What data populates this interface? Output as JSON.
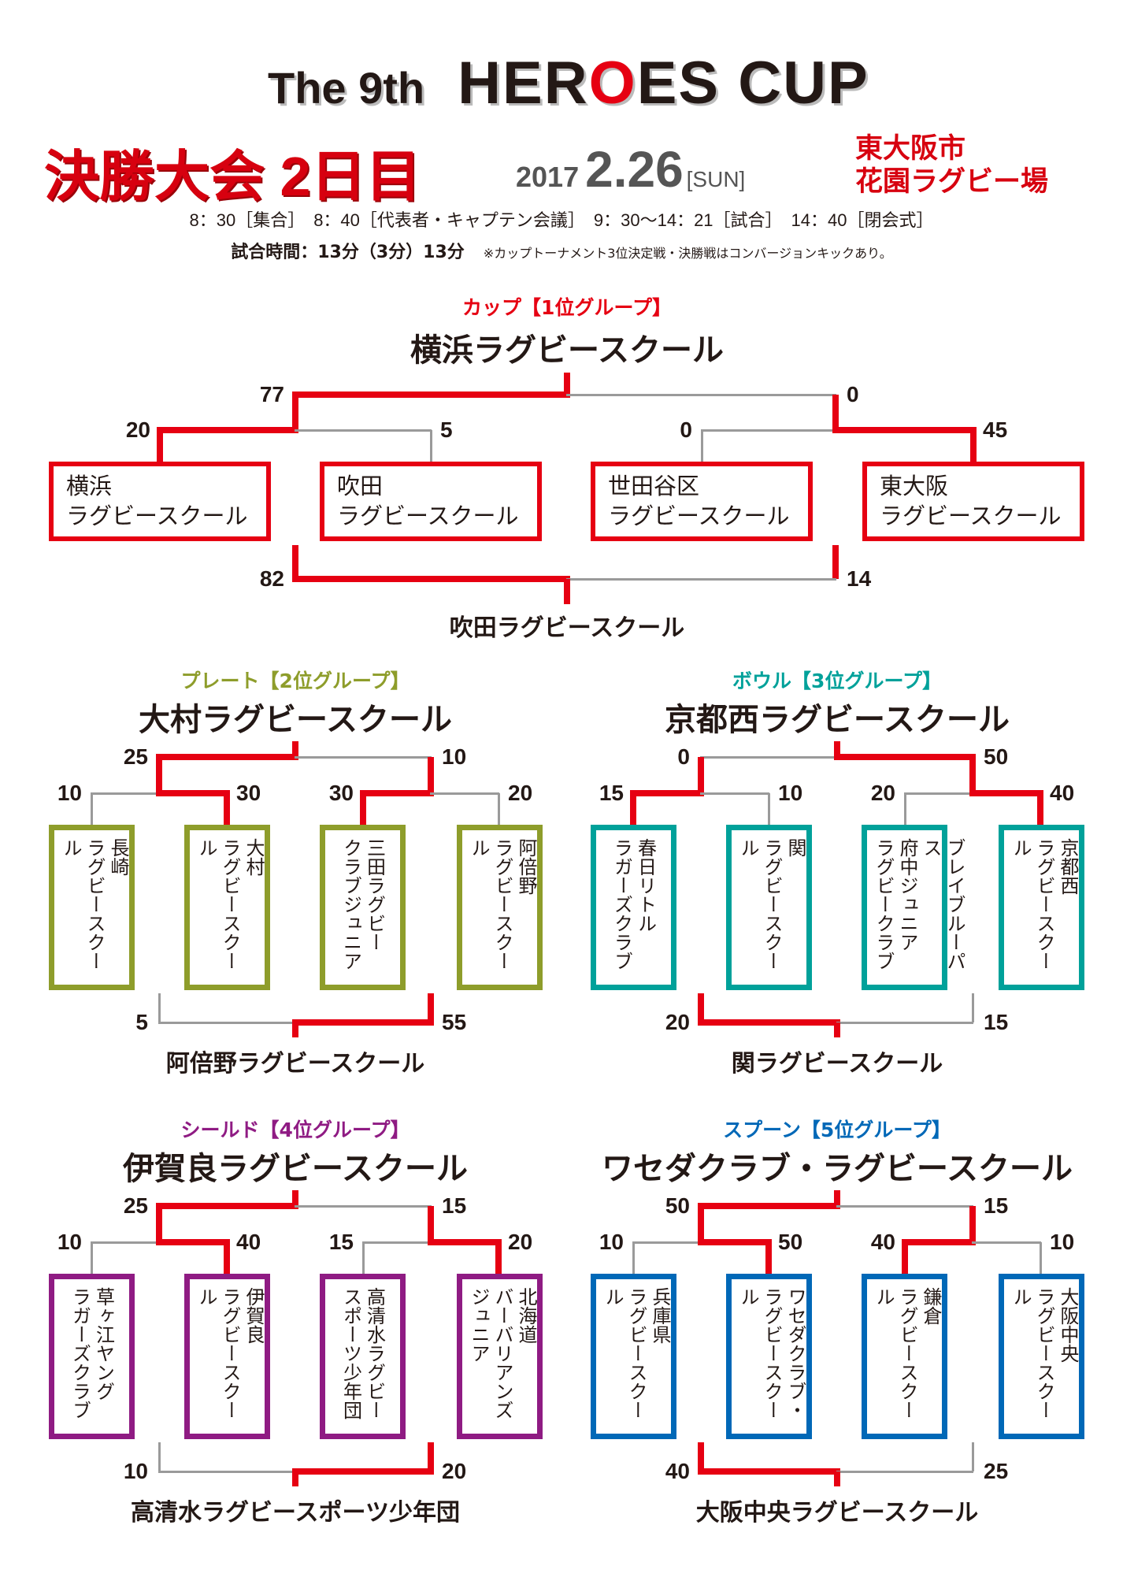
{
  "header": {
    "logo_prefix": "The 9th",
    "logo_pre_o": "HER",
    "logo_o": "O",
    "logo_post_o": "ES CUP",
    "title": "決勝大会 2日目",
    "year": "2017",
    "date": "2.26",
    "weekday": "[SUN]",
    "venue": "東大阪市\n花園ラグビー場",
    "schedule": "8：30［集合］　8：40［代表者・キャプテン会議］　9：30〜14：21［試合］　14：40［閉会式］",
    "match_time": "試合時間：13分（3分）13分",
    "note": "※カップトーナメント3位決定戦・決勝戦はコンバージョンキックあり。"
  },
  "colors": {
    "red": "#e60012",
    "gray": "#9a9a9a",
    "cup": "#e60012",
    "plate": "#8e9d2b",
    "bowl": "#00a19a",
    "shield": "#8f1b83",
    "spoon": "#0068b7"
  },
  "cup": {
    "category": "カップ【1位グループ】",
    "champion": "横浜ラグビースクール",
    "teams": [
      "横浜\nラグビースクール",
      "吹田\nラグビースクール",
      "世田谷区\nラグビースクール",
      "東大阪\nラグビースクール"
    ],
    "final": [
      77,
      0
    ],
    "semis": [
      [
        20,
        5
      ],
      [
        0,
        45
      ]
    ],
    "third": [
      82,
      14
    ],
    "third_winner": "吹田ラグビースクール"
  },
  "plate": {
    "category": "プレート【2位グループ】",
    "champion": "大村ラグビースクール",
    "teams": [
      "長崎\nラグビースクール",
      "大村\nラグビースクール",
      "三田ラグビー\nクラブジュニア",
      "阿倍野\nラグビースクール"
    ],
    "final": [
      25,
      10
    ],
    "semis": [
      [
        10,
        30
      ],
      [
        30,
        20
      ]
    ],
    "third": [
      5,
      55
    ],
    "third_winner": "阿倍野ラグビースクール"
  },
  "bowl": {
    "category": "ボウル【3位グループ】",
    "champion": "京都西ラグビースクール",
    "teams": [
      "春日リトル\nラガーズクラブ",
      "関\nラグビースクール",
      "ブレイブルーパス\n府中ジュニア\nラグビークラブ",
      "京都西\nラグビースクール"
    ],
    "final": [
      0,
      50
    ],
    "semis": [
      [
        15,
        10
      ],
      [
        20,
        40
      ]
    ],
    "third": [
      20,
      15
    ],
    "third_winner": "関ラグビースクール"
  },
  "shield": {
    "category": "シールド【4位グループ】",
    "champion": "伊賀良ラグビースクール",
    "teams": [
      "草ヶ江ヤング\nラガーズクラブ",
      "伊賀良\nラグビースクール",
      "高清水ラグビー\nスポーツ少年団",
      "北海道\nバーバリアンズ\nジュニア"
    ],
    "final": [
      25,
      15
    ],
    "semis": [
      [
        10,
        40
      ],
      [
        15,
        20
      ]
    ],
    "third": [
      10,
      20
    ],
    "third_winner": "高清水ラグビースポーツ少年団"
  },
  "spoon": {
    "category": "スプーン【5位グループ】",
    "champion": "ワセダクラブ・ラグビースクール",
    "teams": [
      "兵庫県\nラグビースクール",
      "ワセダクラブ・\nラグビースクール",
      "鎌倉\nラグビースクール",
      "大阪中央\nラグビースクール"
    ],
    "final": [
      50,
      15
    ],
    "semis": [
      [
        10,
        50
      ],
      [
        40,
        10
      ]
    ],
    "third": [
      40,
      25
    ],
    "third_winner": "大阪中央ラグビースクール"
  }
}
